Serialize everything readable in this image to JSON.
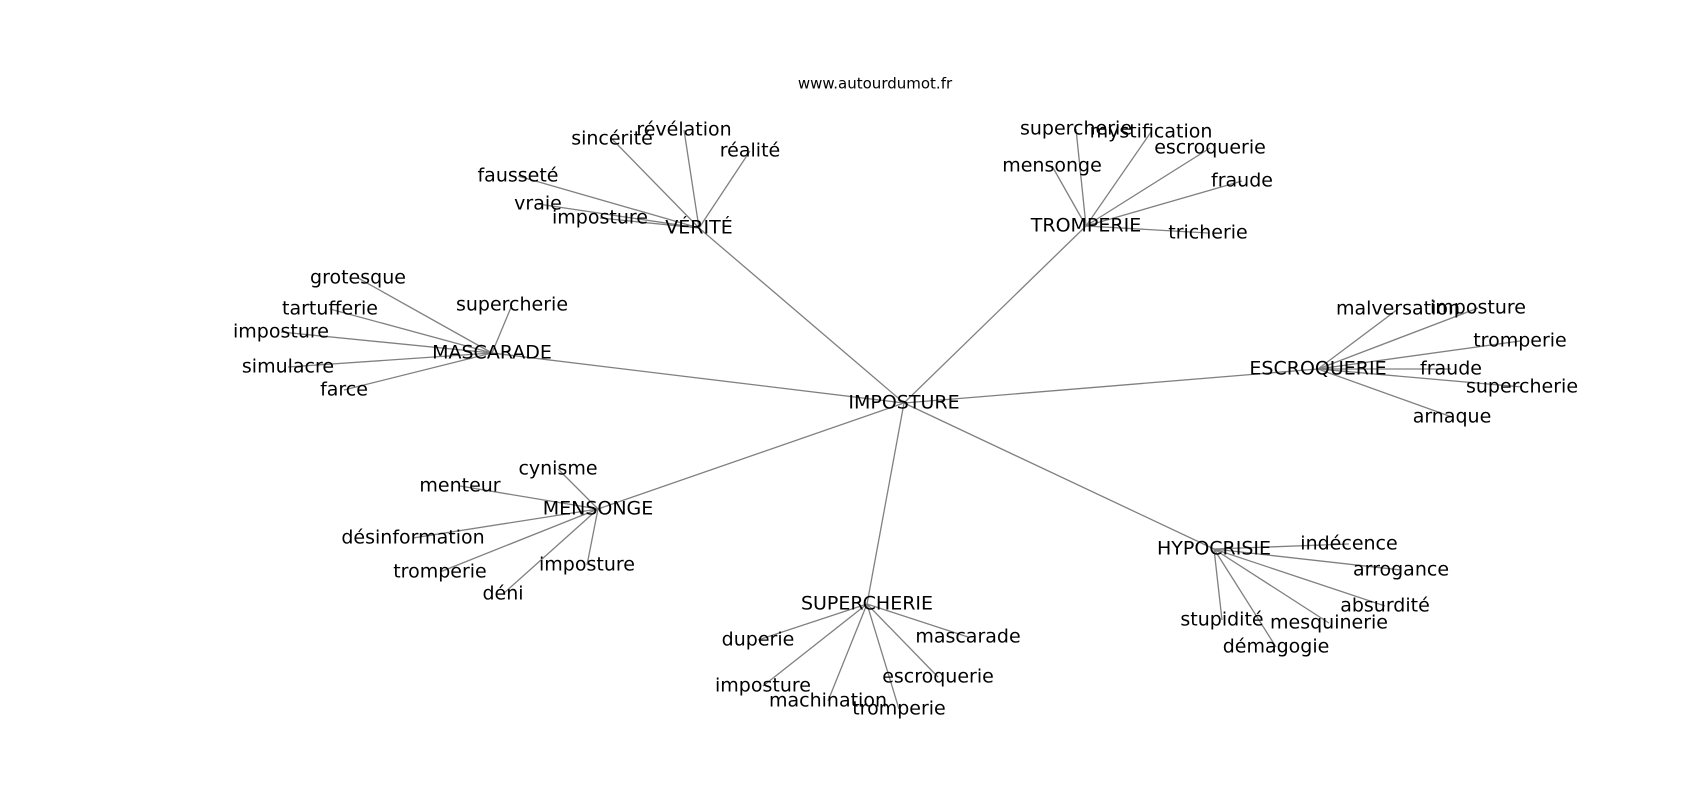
{
  "site": "www.autourdumot.fr",
  "center": "IMPOSTURE",
  "hubs": [
    {
      "label": "VÉRITÉ",
      "leaves": [
        "sincérité",
        "révélation",
        "réalité",
        "fausseté",
        "vraie",
        "imposture"
      ]
    },
    {
      "label": "TROMPERIE",
      "leaves": [
        "supercherie",
        "mystification",
        "escroquerie",
        "mensonge",
        "fraude",
        "tricherie"
      ]
    },
    {
      "label": "MASCARADE",
      "leaves": [
        "grotesque",
        "supercherie",
        "tartufferie",
        "imposture",
        "simulacre",
        "farce"
      ]
    },
    {
      "label": "ESCROQUERIE",
      "leaves": [
        "malversation",
        "imposture",
        "tromperie",
        "fraude",
        "supercherie",
        "arnaque"
      ]
    },
    {
      "label": "MENSONGE",
      "leaves": [
        "cynisme",
        "menteur",
        "désinformation",
        "tromperie",
        "imposture",
        "déni"
      ]
    },
    {
      "label": "HYPOCRISIE",
      "leaves": [
        "indécence",
        "arrogance",
        "absurdité",
        "stupidité",
        "mesquinerie",
        "démagogie"
      ]
    },
    {
      "label": "SUPERCHERIE",
      "leaves": [
        "duperie",
        "mascarade",
        "escroquerie",
        "imposture",
        "machination",
        "tromperie"
      ]
    }
  ]
}
